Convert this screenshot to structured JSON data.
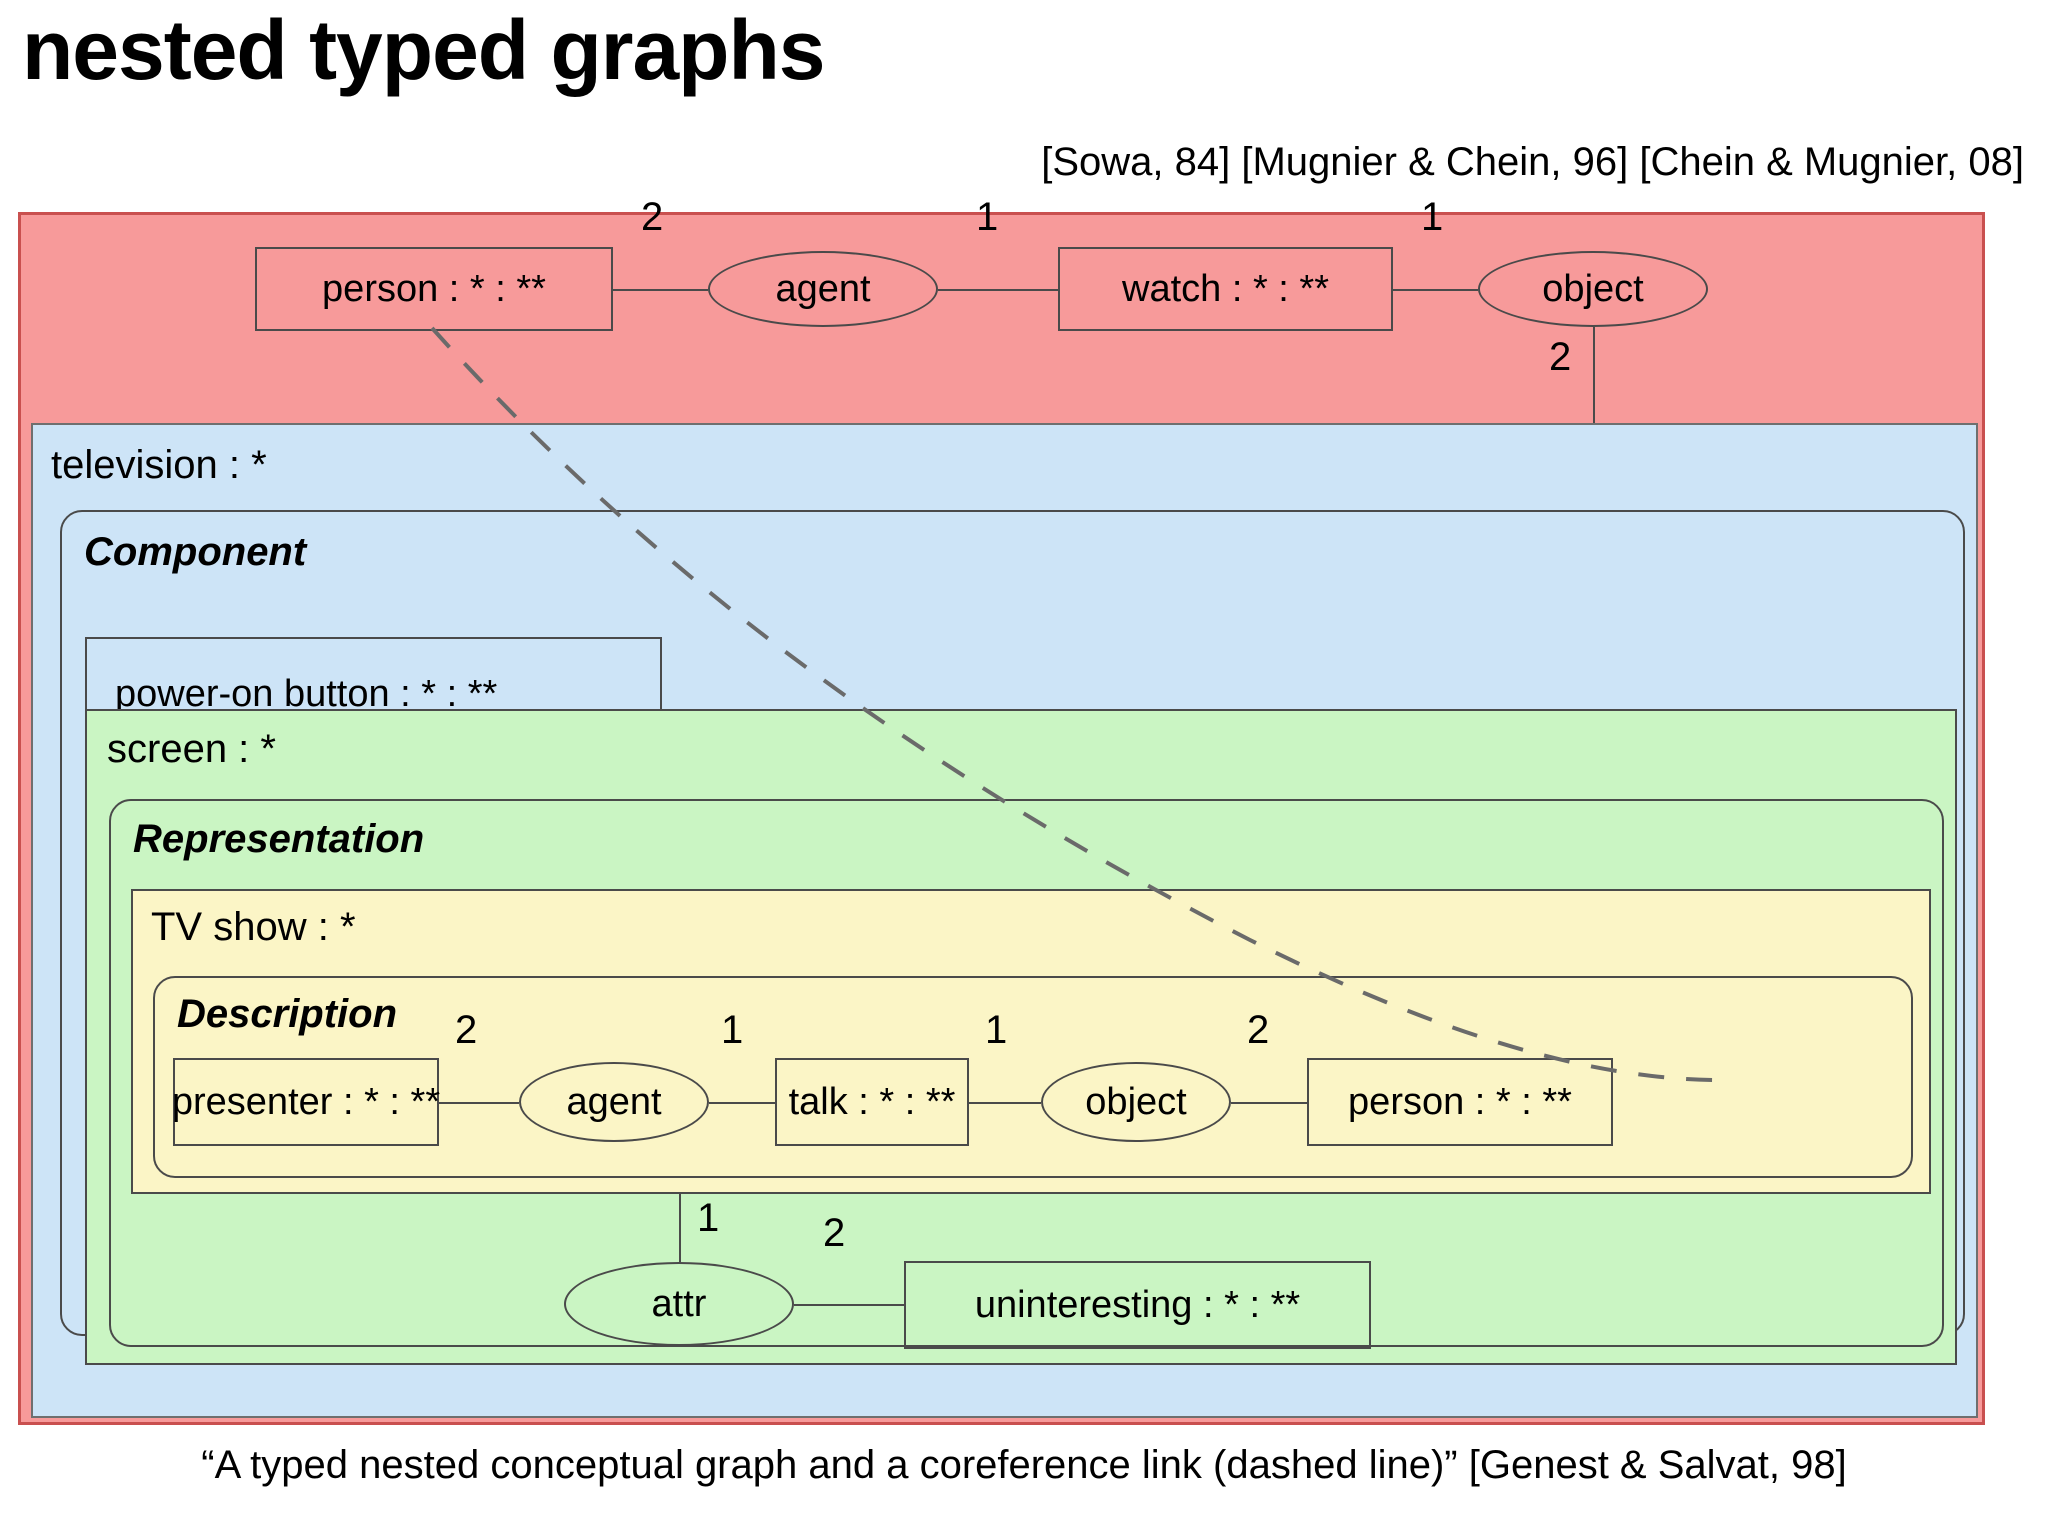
{
  "slide": {
    "title": "nested typed graphs",
    "citations": "[Sowa, 84] [Mugnier & Chein, 96] [Chein & Mugnier, 08]",
    "caption": "“A typed nested conceptual graph and a coreference link (dashed line)” [Genest & Salvat, 98]"
  },
  "colors": {
    "outer_red": "#f79a9a",
    "television_blue": "#cde4f7",
    "screen_green": "#caf5c3",
    "tvshow_yellow": "#fbf5c6",
    "stroke": "#4a4a4a",
    "red_border": "#c9504f"
  },
  "graph": {
    "outer": {
      "concepts": [
        {
          "label": "person : * : **"
        },
        {
          "label": "watch : * : **"
        }
      ],
      "relations": [
        {
          "label": "agent"
        },
        {
          "label": "object"
        }
      ],
      "edge_labels": [
        "2",
        "1",
        "1",
        "2"
      ]
    },
    "television": {
      "type_label": "television : *",
      "component": {
        "kind_label": "Component",
        "concepts": [
          {
            "label": "power-on button : * : **"
          }
        ]
      },
      "screen": {
        "type_label": "screen : *",
        "representation": {
          "kind_label": "Representation",
          "tv_show": {
            "type_label": "TV show : *",
            "description": {
              "kind_label": "Description",
              "concepts": [
                {
                  "label": "presenter : * : **"
                },
                {
                  "label": "talk : * : **"
                },
                {
                  "label": "person : * : **"
                }
              ],
              "relations": [
                {
                  "label": "agent"
                },
                {
                  "label": "object"
                }
              ],
              "edge_labels": [
                "2",
                "1",
                "1",
                "2"
              ]
            }
          },
          "attribute": {
            "relation": {
              "label": "attr"
            },
            "concept": {
              "label": "uninteresting : * : **"
            },
            "edge_labels": [
              "1",
              "2"
            ]
          }
        }
      }
    },
    "coreference_link": {
      "style": "dashed",
      "from": "person : * : ** (outer)",
      "to": "person : * : ** (Description)"
    }
  }
}
